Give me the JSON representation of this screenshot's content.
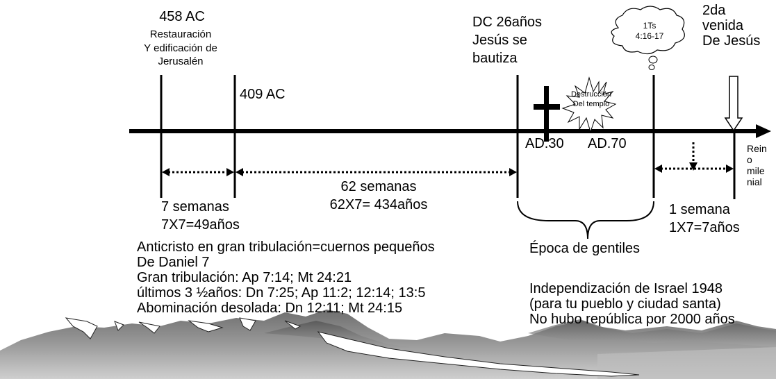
{
  "events": {
    "start": {
      "year": "458 AC",
      "lines": [
        "Restauración",
        "Y edificación de",
        "Jerusalén"
      ]
    },
    "second": {
      "year": "409 AC"
    },
    "baptism": {
      "lines": [
        "DC 26años",
        "Jesús se",
        "bautiza"
      ]
    },
    "cross": {
      "label": "AD.30"
    },
    "temple": {
      "lines": [
        "Destrucción",
        "Del templo"
      ],
      "label": "AD.70"
    },
    "thought": {
      "lines": [
        "1Ts",
        "4:16-17"
      ]
    },
    "second_coming": {
      "lines": [
        "2da",
        "venida",
        "De Jesús"
      ]
    },
    "millennium": {
      "lines": [
        "Rein",
        "o",
        "mile",
        "nial"
      ]
    }
  },
  "periods": {
    "seven_weeks": {
      "lines": [
        "7 semanas",
        "7X7=49años"
      ]
    },
    "sixty_two_weeks": {
      "lines": [
        "62 semanas",
        "62X7= 434años"
      ]
    },
    "one_week": {
      "lines": [
        "1 semana",
        "1X7=7años"
      ]
    },
    "gentiles": {
      "label": "Época de gentiles"
    }
  },
  "notes": {
    "antichrist": [
      "Anticristo en gran tribulación=cuernos pequeños",
      "De Daniel 7",
      "Gran tribulación: Ap 7:14; Mt 24:21",
      "últimos 3 ½años: Dn 7:25; Ap 11:2; 12:14; 13:5",
      "Abominación desolada: Dn 12:11; Mt 24:15"
    ],
    "israel": [
      "Independización de Israel 1948",
      "(para tu pueblo y ciudad santa)",
      "No hubo república por 2000 años"
    ]
  }
}
